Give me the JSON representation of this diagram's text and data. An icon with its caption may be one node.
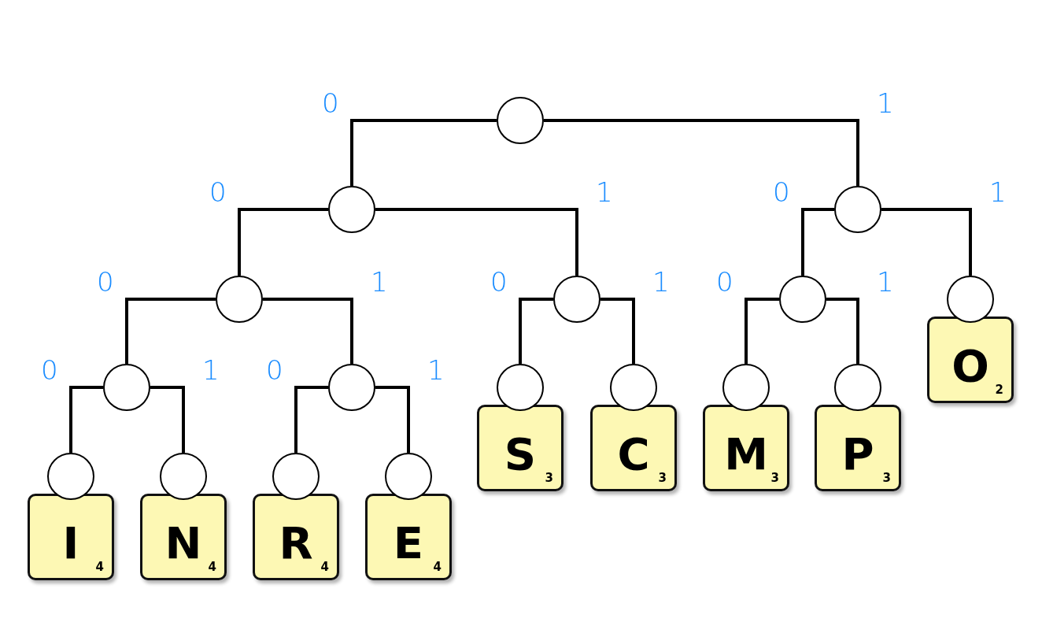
{
  "diagram": {
    "nodes": [
      {
        "text": [],
        "shape": "circle"
      },
      {
        "text": [],
        "shape": "circle"
      },
      {
        "text": [],
        "shape": "circle"
      },
      {
        "text": [],
        "shape": "circle"
      },
      {
        "text": [],
        "shape": "circle"
      },
      {
        "text": [],
        "shape": "circle"
      },
      {
        "text": [],
        "shape": "circle"
      },
      {
        "text": [
          "O",
          "2"
        ]
      },
      {
        "text": [],
        "shape": "circle"
      },
      {
        "text": [],
        "shape": "circle"
      },
      {
        "text": [],
        "shape": "circle"
      },
      {
        "text": [],
        "shape": "circle"
      },
      {
        "text": [],
        "shape": "circle"
      },
      {
        "text": [],
        "shape": "circle"
      },
      {
        "text": [
          "S",
          "3"
        ]
      },
      {
        "text": [
          "C",
          "3"
        ]
      },
      {
        "text": [
          "M",
          "3"
        ]
      },
      {
        "text": [
          "P",
          "3"
        ]
      },
      {
        "text": [],
        "shape": "circle"
      },
      {
        "text": [],
        "shape": "circle"
      },
      {
        "text": [],
        "shape": "circle"
      },
      {
        "text": [],
        "shape": "circle"
      },
      {
        "text": [
          "I",
          "4"
        ]
      },
      {
        "text": [
          "N",
          "4"
        ]
      },
      {
        "text": [
          "R",
          "4"
        ]
      },
      {
        "text": [
          "E",
          "4"
        ]
      }
    ],
    "edges": [
      {
        "from": 0,
        "to": 1,
        "arrow": "none",
        "label": "0"
      },
      {
        "from": 0,
        "to": 2,
        "arrow": "none",
        "label": "1"
      },
      {
        "from": 1,
        "to": 3,
        "arrow": "none",
        "label": "0"
      },
      {
        "from": 1,
        "to": 4,
        "arrow": "none",
        "label": "1"
      },
      {
        "from": 2,
        "to": 5,
        "arrow": "none",
        "label": "0"
      },
      {
        "from": 2,
        "to": 6,
        "arrow": "none",
        "label": "1"
      },
      {
        "from": 3,
        "to": 8,
        "arrow": "none",
        "label": "0"
      },
      {
        "from": 3,
        "to": 9,
        "arrow": "none",
        "label": "1"
      },
      {
        "from": 4,
        "to": 10,
        "arrow": "none",
        "label": "0"
      },
      {
        "from": 4,
        "to": 11,
        "arrow": "none",
        "label": "1"
      },
      {
        "from": 5,
        "to": 12,
        "arrow": "none",
        "label": "0"
      },
      {
        "from": 5,
        "to": 13,
        "arrow": "none",
        "label": "1"
      },
      {
        "from": 8,
        "to": 18,
        "arrow": "none",
        "label": "0"
      },
      {
        "from": 8,
        "to": 19,
        "arrow": "none",
        "label": "1"
      },
      {
        "from": 9,
        "to": 20,
        "arrow": "none",
        "label": "0"
      },
      {
        "from": 9,
        "to": 21,
        "arrow": "none",
        "label": "1"
      }
    ]
  }
}
